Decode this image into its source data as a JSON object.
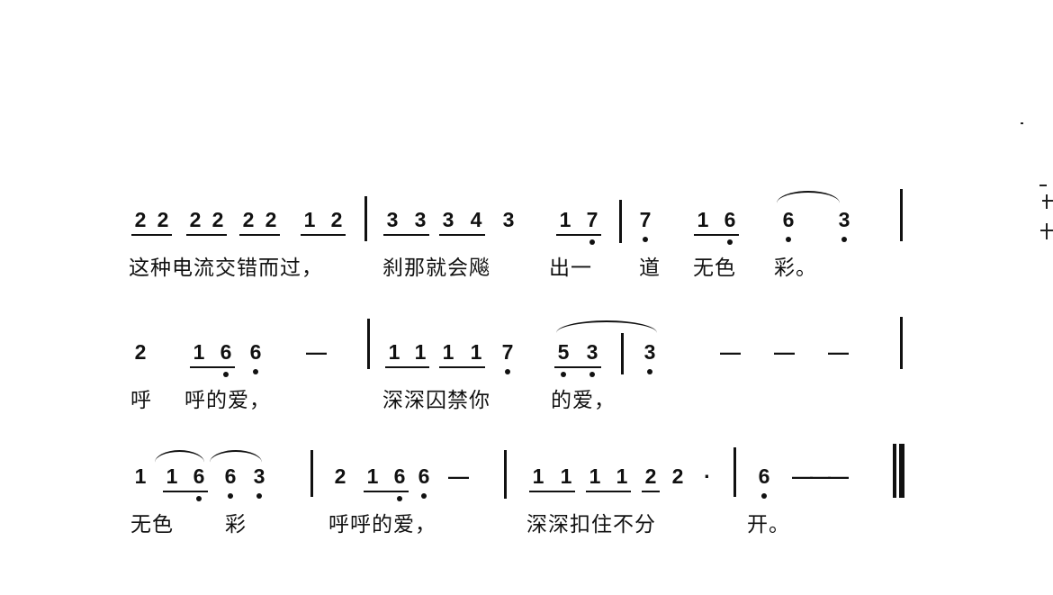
{
  "score": {
    "rows": [
      {
        "notes": [
          {
            "d": "2",
            "beam": 1
          },
          {
            "d": "2",
            "beam": 1
          },
          {
            "d": "2",
            "beam": 2
          },
          {
            "d": "2",
            "beam": 2
          },
          {
            "d": "2",
            "beam": 3
          },
          {
            "d": "2",
            "beam": 3
          },
          {
            "d": "1",
            "beam": 4
          },
          {
            "d": "2",
            "beam": 4
          },
          {
            "d": "3",
            "beam": 5
          },
          {
            "d": "3",
            "beam": 5
          },
          {
            "d": "3",
            "beam": 6
          },
          {
            "d": "4",
            "beam": 6
          },
          {
            "d": "3"
          },
          {
            "d": "1",
            "beam": 7
          },
          {
            "d": "7",
            "beam": 7,
            "dot": "below"
          },
          {
            "d": "7",
            "dot": "below"
          },
          {
            "d": "1",
            "beam": 8
          },
          {
            "d": "6",
            "beam": 8,
            "dot": "below"
          },
          {
            "d": "6",
            "dot": "below"
          },
          {
            "d": "3",
            "dot": "below"
          }
        ],
        "lyrics": [
          "这种电流交错而过，",
          "刹那就会飚",
          "出一",
          "道",
          "无色",
          "彩。"
        ]
      },
      {
        "notes": [
          {
            "d": "2"
          },
          {
            "d": "1",
            "beam": 1
          },
          {
            "d": "6",
            "beam": 1,
            "dot": "below"
          },
          {
            "d": "6",
            "dot": "below"
          },
          {
            "d": "—"
          },
          {
            "d": "1",
            "beam": 2
          },
          {
            "d": "1",
            "beam": 2
          },
          {
            "d": "1",
            "beam": 3
          },
          {
            "d": "1",
            "beam": 3
          },
          {
            "d": "7",
            "dot": "below"
          },
          {
            "d": "5",
            "beam": 4,
            "dot": "below"
          },
          {
            "d": "3",
            "beam": 4,
            "dot": "below"
          },
          {
            "d": "3",
            "dot": "below"
          },
          {
            "d": "—"
          },
          {
            "d": "—"
          },
          {
            "d": "—"
          }
        ],
        "lyrics": [
          "呼",
          "呼的爱，",
          "深深囚禁你",
          "的爱，"
        ]
      },
      {
        "notes": [
          {
            "d": "1"
          },
          {
            "d": "1",
            "beam": 1
          },
          {
            "d": "6",
            "beam": 1,
            "dot": "below"
          },
          {
            "d": "6",
            "dot": "below"
          },
          {
            "d": "3",
            "dot": "below"
          },
          {
            "d": "2"
          },
          {
            "d": "1",
            "beam": 2
          },
          {
            "d": "6",
            "beam": 2,
            "dot": "below"
          },
          {
            "d": "6",
            "dot": "below"
          },
          {
            "d": "—"
          },
          {
            "d": "1",
            "beam": 3
          },
          {
            "d": "1",
            "beam": 3
          },
          {
            "d": "1",
            "beam": 4
          },
          {
            "d": "1",
            "beam": 4
          },
          {
            "d": "2",
            "beam": 5
          },
          {
            "d": "2"
          },
          {
            "d": "·"
          },
          {
            "d": "6",
            "dot": "below"
          },
          {
            "d": "———"
          }
        ],
        "lyrics": [
          "无色",
          "彩",
          "呼呼的爱，",
          "深深扣住不分",
          "开。"
        ]
      }
    ]
  }
}
